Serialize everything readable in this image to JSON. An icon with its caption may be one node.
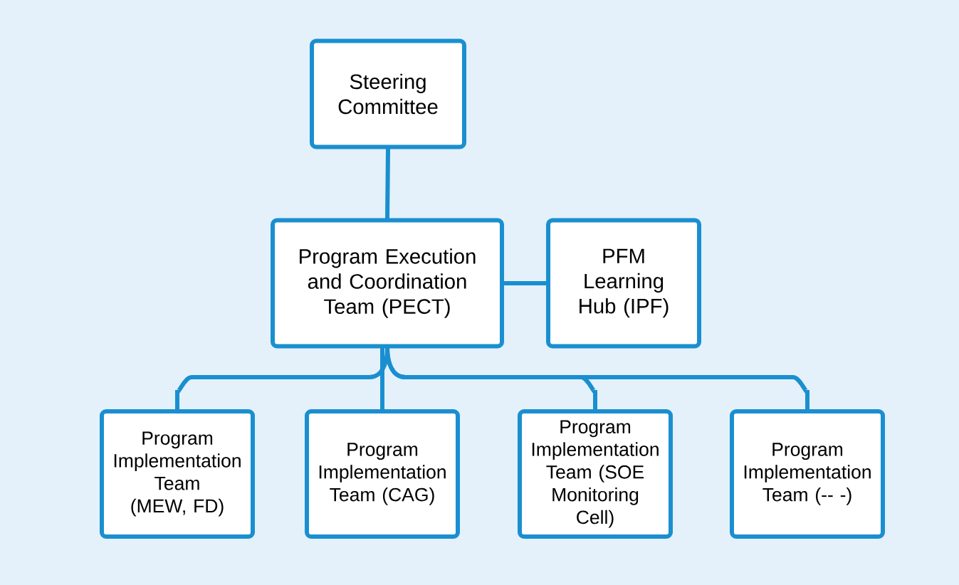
{
  "diagram": {
    "nodes": [
      {
        "text": [
          "Steering Committee"
        ]
      },
      {
        "text": [
          "Program Execution and Coordination Team (PECT)"
        ]
      },
      {
        "text": [
          "PFM Learning Hub (IPF)"
        ]
      },
      {
        "text": [
          "Program Implementation Team (MEW, FD)"
        ]
      },
      {
        "text": [
          "Program Implementation Team (CAG)"
        ]
      },
      {
        "text": [
          "Program Implementation Team (SOE Monitoring Cell)"
        ]
      },
      {
        "text": [
          "Program Implementation Team (-- -)"
        ]
      }
    ],
    "edges": [
      {
        "from": 0,
        "to": 1,
        "arrow": "none"
      },
      {
        "from": 1,
        "to": 2,
        "arrow": "none"
      },
      {
        "from": 3,
        "to": 1,
        "arrow": "none"
      },
      {
        "from": 4,
        "to": 1,
        "arrow": "none"
      },
      {
        "from": 5,
        "to": 1,
        "arrow": "none"
      },
      {
        "from": 6,
        "to": 1,
        "arrow": "none"
      }
    ]
  }
}
